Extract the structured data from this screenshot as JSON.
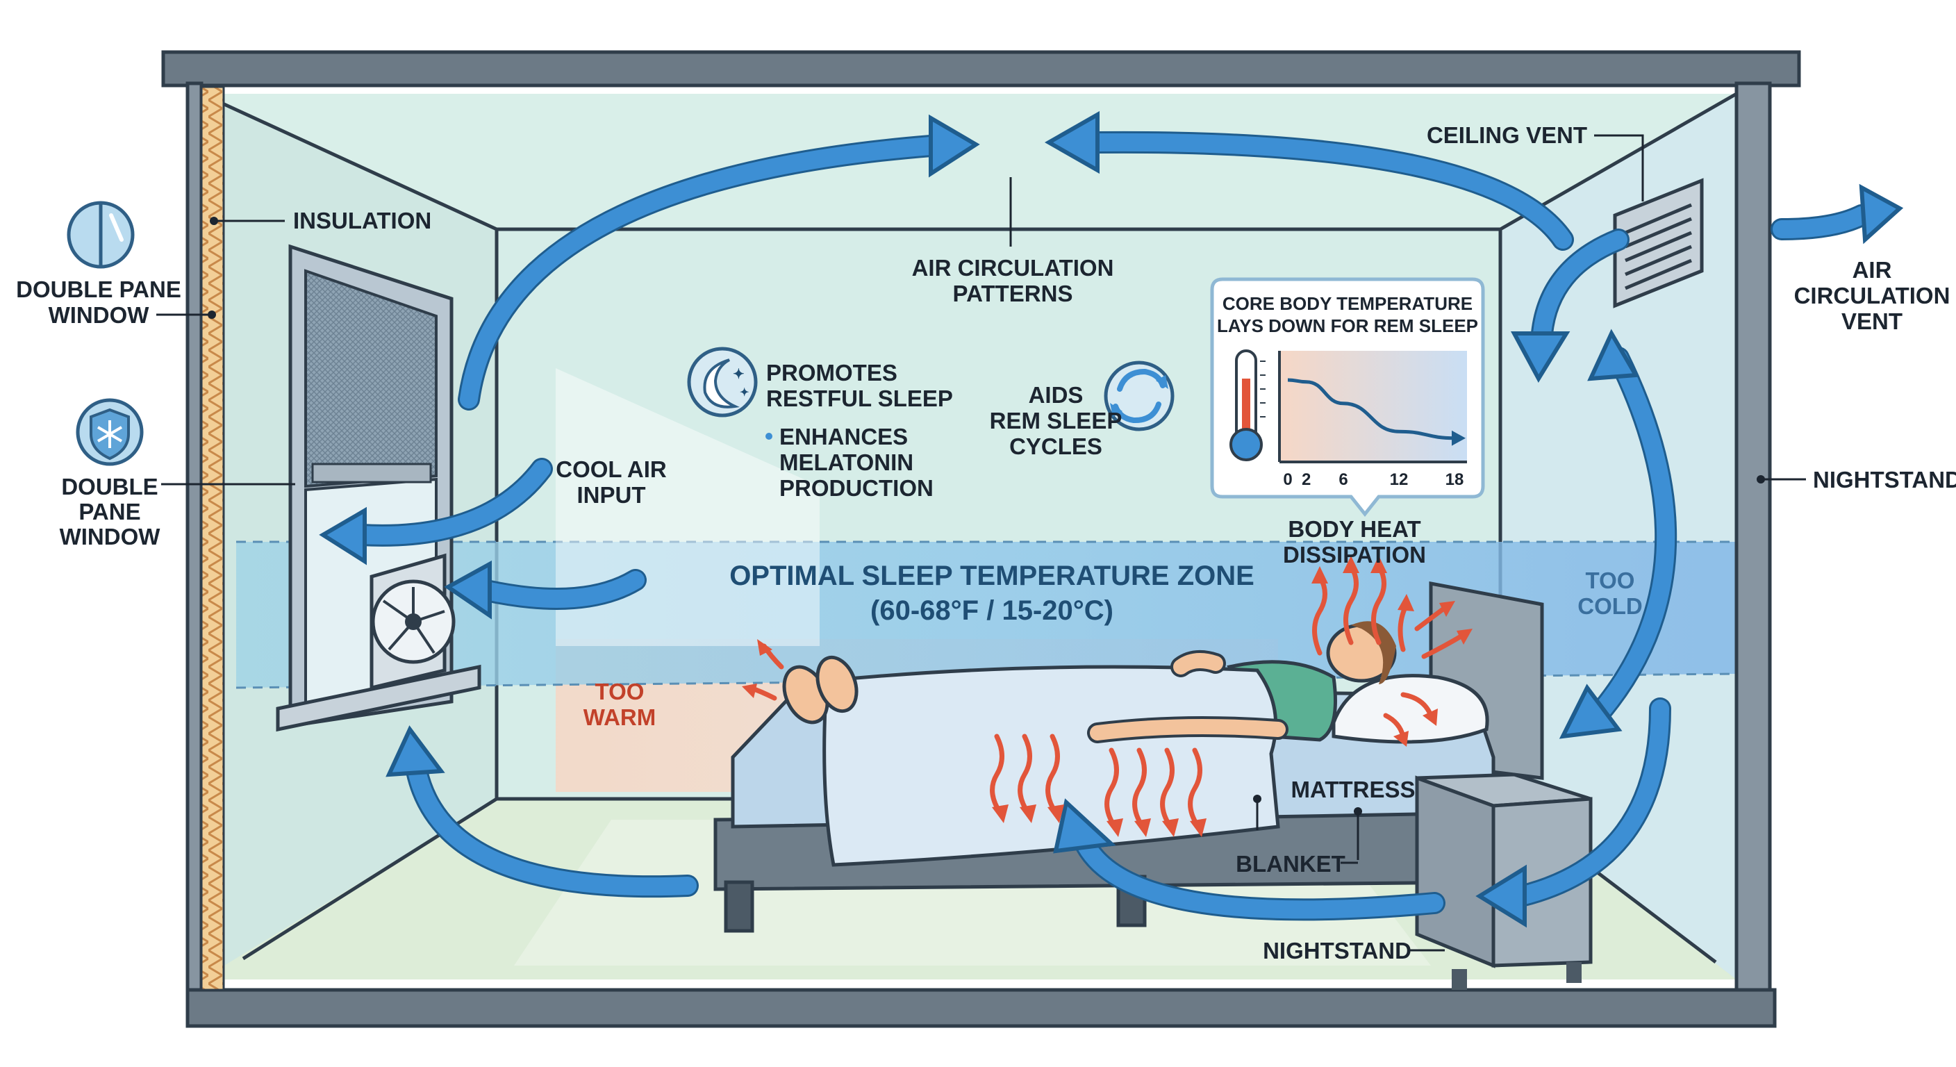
{
  "labels": {
    "insulation": "INSULATION",
    "window_top": [
      "DOUBLE PANE",
      "WINDOW"
    ],
    "window_bottom": [
      "DOUBLE",
      "PANE",
      "WINDOW"
    ],
    "air_patterns": [
      "AIR CIRCULATION",
      "PATTERNS"
    ],
    "ceiling_vent": "CEILING VENT",
    "air_vent": [
      "AIR",
      "CIRCULATION",
      "VENT"
    ],
    "nightstand_right": "NIGHTSTAND",
    "nightstand_bottom": "NIGHTSTAND",
    "cool_air": [
      "COOL AIR",
      "INPUT"
    ],
    "promotes": [
      "PROMOTES",
      "RESTFUL SLEEP"
    ],
    "enhances": [
      "ENHANCES",
      "MELATONIN",
      "PRODUCTION"
    ],
    "aids": [
      "AIDS",
      "REM SLEEP",
      "CYCLES"
    ],
    "zone_title": "OPTIMAL SLEEP TEMPERATURE ZONE",
    "zone_range": "(60-68°F / 15-20°C)",
    "too_warm": [
      "TOO",
      "WARM"
    ],
    "too_cold": [
      "TOO",
      "COLD"
    ],
    "body_heat": [
      "BODY HEAT",
      "DISSIPATION"
    ],
    "mattress": "MATTRESS",
    "blanket": "BLANKET"
  },
  "chart_data": {
    "type": "line",
    "title": "CORE BODY TEMPERATURE LAYS DOWN FOR REM SLEEP",
    "title_lines": [
      "CORE BODY TEMPERATURE",
      "LAYS DOWN FOR REM SLEEP"
    ],
    "x_ticks": [
      "0",
      "2",
      "6",
      "12",
      "18"
    ],
    "x": [
      0,
      2,
      6,
      12,
      18
    ],
    "values": [
      0.8,
      0.78,
      0.55,
      0.25,
      0.18
    ],
    "xlim": [
      0,
      18
    ],
    "ylim": [
      0,
      1
    ]
  },
  "colors": {
    "arrow": "#3d8fd4",
    "arrow_edge": "#1f5d8e",
    "zone": "#8fc7ea",
    "warm": "#f6cdb9",
    "heat": "#e2553a",
    "wall": "#cfe9e6",
    "frame": "#6c7a86"
  },
  "icons": {
    "top_window": "window-pane-icon",
    "bottom_window": "snowflake-shield-icon",
    "promotes": "moon-stars-icon",
    "aids": "cycle-arrows-icon",
    "thermometer": "thermometer-icon"
  }
}
